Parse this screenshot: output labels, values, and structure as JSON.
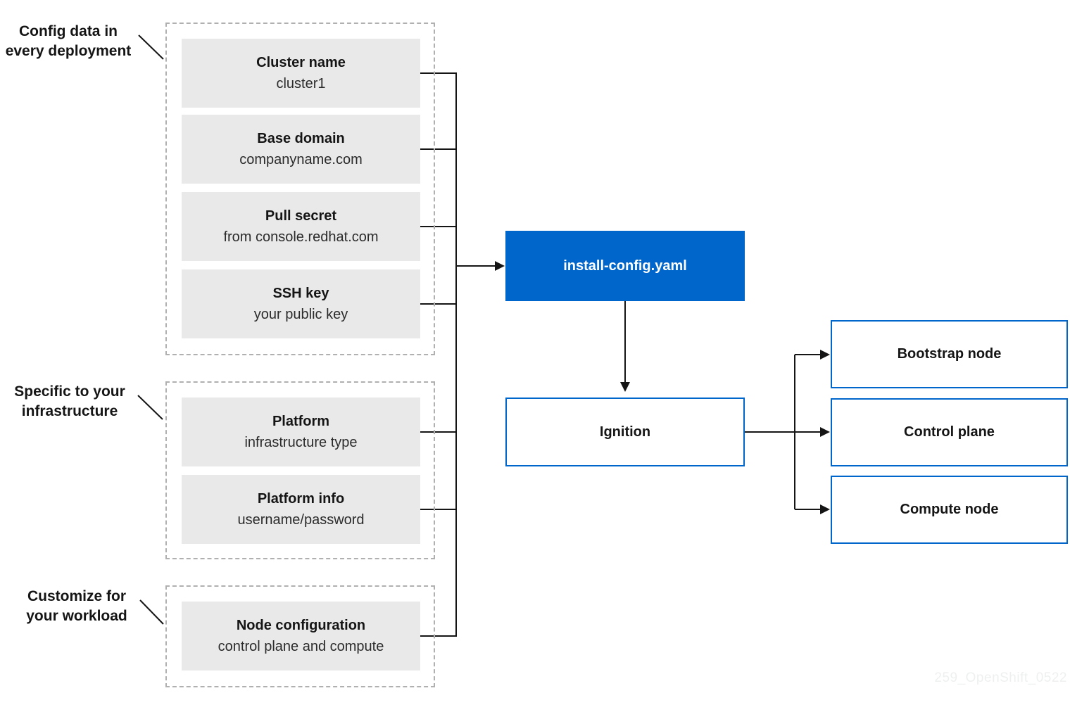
{
  "groups": [
    {
      "label": [
        "Config data in",
        "every deployment"
      ],
      "boxes": [
        {
          "title": "Cluster name",
          "subtitle": "cluster1"
        },
        {
          "title": "Base domain",
          "subtitle": "companyname.com"
        },
        {
          "title": "Pull secret",
          "subtitle": "from console.redhat.com"
        },
        {
          "title": "SSH key",
          "subtitle": "your public key"
        }
      ]
    },
    {
      "label": [
        "Specific to your",
        "infrastructure"
      ],
      "boxes": [
        {
          "title": "Platform",
          "subtitle": "infrastructure type"
        },
        {
          "title": "Platform info",
          "subtitle": "username/password"
        }
      ]
    },
    {
      "label": [
        "Customize for",
        "your workload"
      ],
      "boxes": [
        {
          "title": "Node configuration",
          "subtitle": "control plane and compute"
        }
      ]
    }
  ],
  "center": {
    "install_config_label": "install-config.yaml",
    "ignition_label": "Ignition"
  },
  "outputs": [
    {
      "label": "Bootstrap node"
    },
    {
      "label": "Control plane"
    },
    {
      "label": "Compute node"
    }
  ],
  "watermark": "259_OpenShift_0522",
  "colors": {
    "accent_blue": "#0066cc",
    "box_gray": "#e9e9e9",
    "line_black": "#151515",
    "dashed_border": "#b0b0b0",
    "watermark_gray": "#eef0f0"
  }
}
